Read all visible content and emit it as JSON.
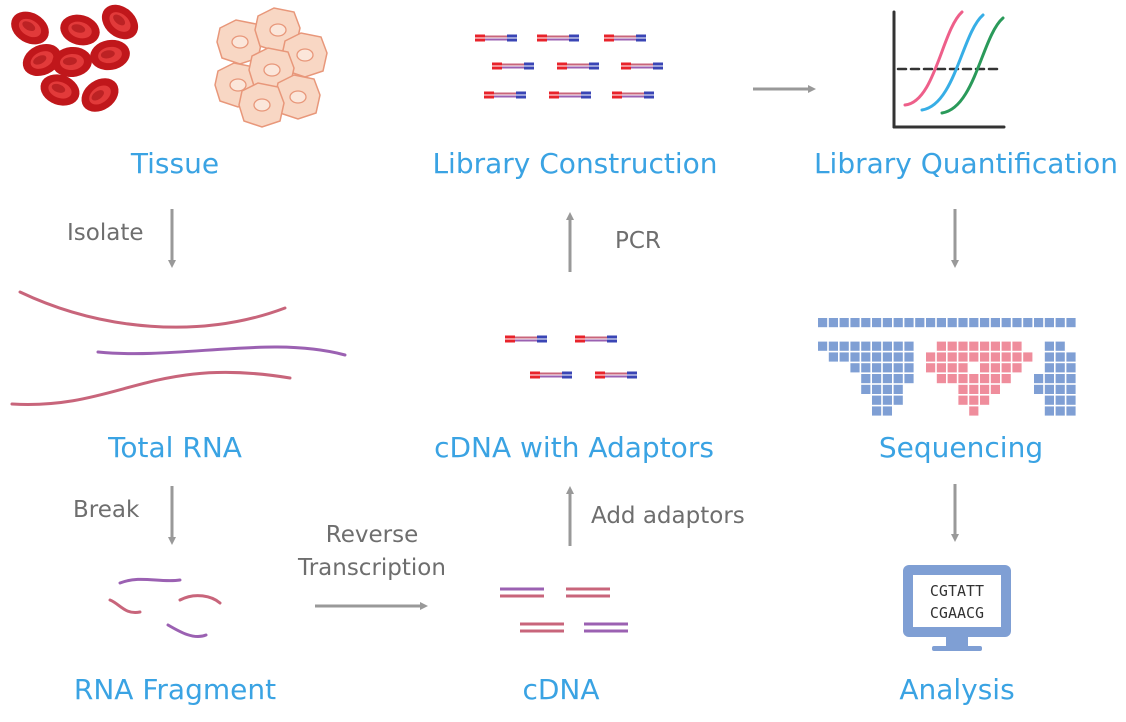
{
  "stages": {
    "tissue": "Tissue",
    "total_rna": "Total RNA",
    "rna_fragment": "RNA Fragment",
    "cdna": "cDNA",
    "cdna_adaptors": "cDNA with Adaptors",
    "library_construction": "Library Construction",
    "library_quantification": "Library Quantification",
    "sequencing": "Sequencing",
    "analysis": "Analysis"
  },
  "steps": {
    "isolate": "Isolate",
    "break": "Break",
    "reverse": "Reverse",
    "transcription": "Transcription",
    "add_adaptors": "Add adaptors",
    "pcr": "PCR"
  },
  "monitor": {
    "line1": "CGTATT",
    "line2": "CGAACG"
  },
  "icons": {
    "tissue_left": "red-blood-cells-icon",
    "tissue_right": "tissue-cells-icon",
    "quantification": "amplification-curve-chart-icon",
    "sequencing": "sequencing-grid-icon",
    "analysis": "monitor-icon"
  },
  "colors": {
    "label": "#3aa3e3",
    "step": "#6e6e6e",
    "arrow": "#999999",
    "red_strand": "#e8232b",
    "blue_strand": "#3a45b5",
    "rna_pink": "#c8657b",
    "rna_purple": "#9b61b2",
    "seq_blue": "#7f9fd4",
    "seq_pink": "#ef8d9c"
  }
}
